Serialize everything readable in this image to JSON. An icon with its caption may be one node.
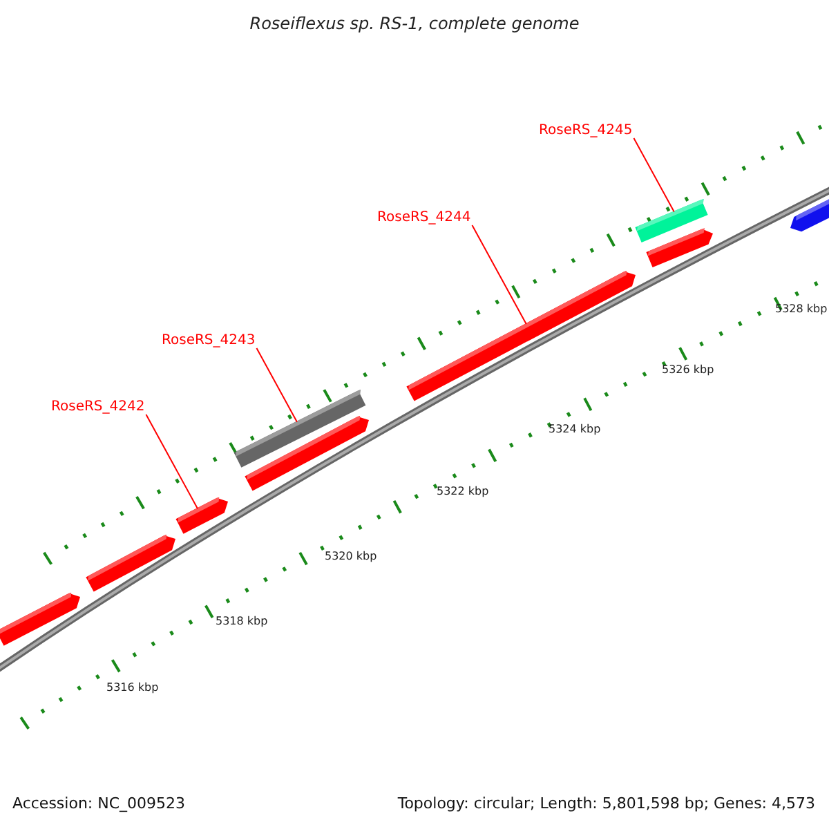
{
  "diagram": {
    "title": "Roseiflexus sp. RS-1, complete genome",
    "nodes": [
      {
        "text": [
          "RoseRS_4245"
        ]
      },
      {
        "text": [
          "RoseRS_4244"
        ]
      },
      {
        "text": [
          "RoseRS_4243"
        ]
      },
      {
        "text": [
          "RoseRS_4242"
        ]
      },
      {
        "text": [],
        "shape": "arrow"
      },
      {
        "text": [],
        "shape": "arrow"
      },
      {
        "text": [],
        "shape": "arrow"
      },
      {
        "text": [],
        "shape": "bar"
      },
      {
        "text": [],
        "shape": "arrow"
      },
      {
        "text": [],
        "shape": "arrow"
      },
      {
        "text": [],
        "shape": "bar"
      },
      {
        "text": [],
        "shape": "arrow"
      },
      {
        "text": [],
        "shape": "arrow"
      }
    ],
    "edges": [
      {
        "from": 0,
        "to": 10,
        "arrow": "none"
      },
      {
        "from": 1,
        "to": 9,
        "arrow": "none"
      },
      {
        "from": 2,
        "to": 7,
        "arrow": "none"
      },
      {
        "from": 3,
        "to": 6,
        "arrow": "none"
      }
    ],
    "labels": [
      "5328 kbp",
      "5326 kbp",
      "5324 kbp",
      "5322 kbp",
      "5320 kbp",
      "5318 kbp",
      "5316 kbp",
      "Accession: NC_009523",
      "Topology: circular; Length: 5,801,598 bp; Genes: 4,573"
    ]
  }
}
